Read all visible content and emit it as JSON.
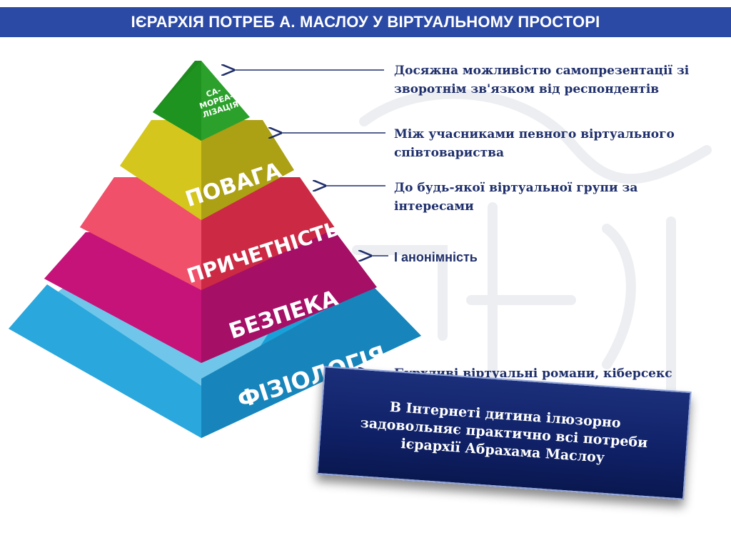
{
  "title": "ІЄРАРХІЯ ПОТРЕБ А. МАСЛОУ У ВІРТУАЛЬНОМУ ПРОСТОРІ",
  "pyramid": {
    "tiers": [
      {
        "label_lines": [
          "СА-",
          "МОРЕА-",
          "ЛІЗАЦІЯ"
        ],
        "color": "#1e8a1e",
        "side": "#126612"
      },
      {
        "label": "ПОВАГА",
        "color": "#d4c61c",
        "side": "#a89c10"
      },
      {
        "label": "ПРИЧЕТНІСТЬ",
        "color": "#f0405a",
        "side": "#c22640"
      },
      {
        "label": "БЕЗПЕКА",
        "color": "#c5137a",
        "side": "#8f0c57"
      },
      {
        "label": "ФІЗІОЛОГІЯ",
        "color": "#2aa7dc",
        "side": "#1580b5"
      }
    ]
  },
  "descriptions": [
    {
      "text": "Досяжна можливістю самопрезентації зі зворотнім зв'язком від респондентів"
    },
    {
      "text": "Між учасниками певного віртуального співтовариства"
    },
    {
      "text": "До будь-якої віртуальної групи за інтересами"
    },
    {
      "text": "І анонімність"
    },
    {
      "text": "Бурхливі віртуальні романи, кіберсекс"
    }
  ],
  "callout": {
    "text": "В Інтернеті дитина ілюзорно задовольняє практично всі потреби ієрархії Абрахама Маслоу"
  },
  "colors": {
    "title_bg": "#2b4aa6",
    "arrow": "#1f2f6b",
    "callout_bg": "#0f2066"
  }
}
